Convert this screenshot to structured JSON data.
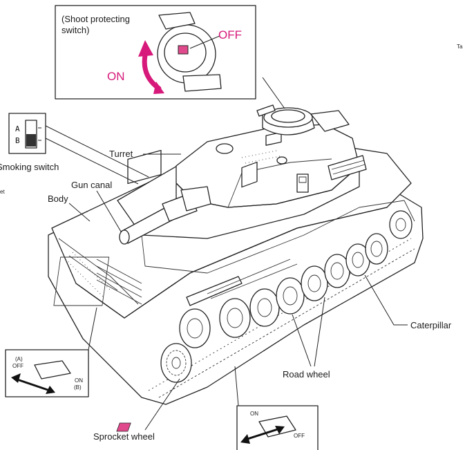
{
  "labels": {
    "shoot_switch": [
      "(Shoot protecting",
      "switch)"
    ],
    "off_mag": "OFF",
    "on_mag": "ON",
    "turret": "Turret",
    "smoking_switch": "Smoking switch",
    "gun_canal": "Gun canal",
    "body": "Body",
    "caterpillar": "Caterpillar",
    "road_wheel": "Road wheel",
    "sprocket_wheel": "Sprocket wheel",
    "cropped_right": "Ta",
    "cropped_left": "et",
    "sw_a": "A",
    "sw_b": "B"
  },
  "left_switch": {
    "off": "OFF",
    "a": "(A)",
    "on": "ON",
    "b": "(B)"
  },
  "bottom_switch": {
    "on": "ON",
    "off": "OFF"
  },
  "colors": {
    "accent_magenta": "#d6197a",
    "switch_pink": "#e04a8c",
    "ink": "#222222"
  }
}
